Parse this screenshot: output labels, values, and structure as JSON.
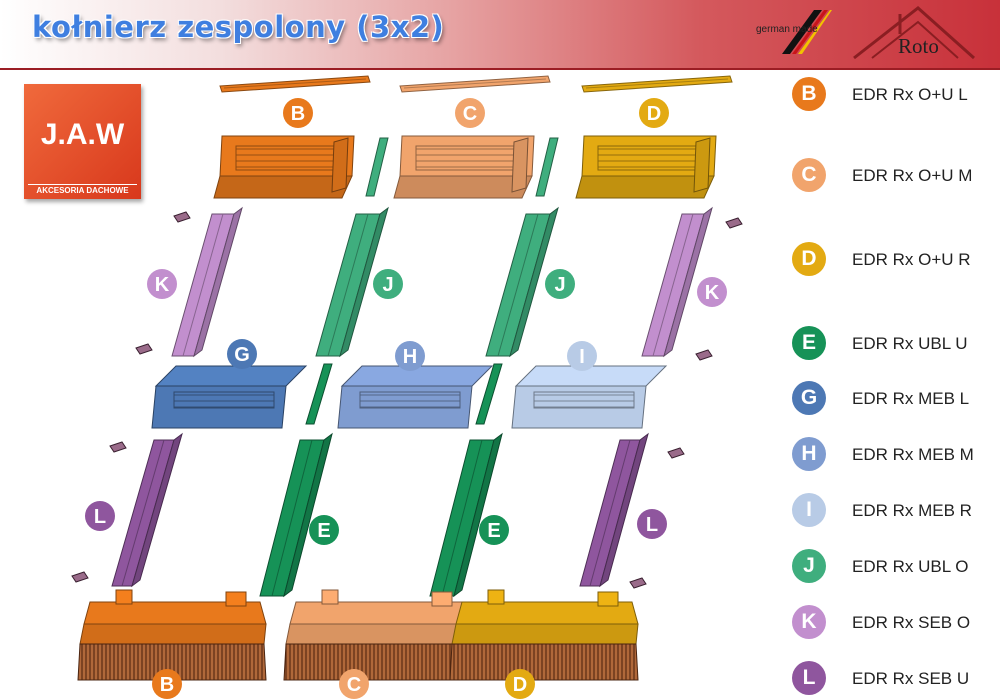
{
  "header": {
    "title": "kołnierz zespolony (3x2)",
    "german_made_text": "german made",
    "roto_text": "Roto"
  },
  "jaw_logo": {
    "name": "J.A.W",
    "subtitle": "AKCESORIA DACHOWE"
  },
  "colors": {
    "B": "#e8791c",
    "C": "#f1a46c",
    "D": "#e3aa12",
    "E": "#169257",
    "G": "#4d78b4",
    "H": "#7f9cd0",
    "I": "#b8cbe6",
    "J": "#3fae7e",
    "K": "#c28fce",
    "L": "#8f569e"
  },
  "legend": [
    {
      "letter": "B",
      "label": "EDR Rx O+U L"
    },
    {
      "letter": "C",
      "label": "EDR Rx O+U M"
    },
    {
      "letter": "D",
      "label": "EDR Rx O+U R"
    },
    {
      "letter": "E",
      "label": "EDR Rx UBL U"
    },
    {
      "letter": "G",
      "label": "EDR Rx MEB L"
    },
    {
      "letter": "H",
      "label": "EDR Rx MEB M"
    },
    {
      "letter": "I",
      "label": "EDR Rx MEB R"
    },
    {
      "letter": "J",
      "label": "EDR Rx UBL O"
    },
    {
      "letter": "K",
      "label": "EDR Rx SEB O"
    },
    {
      "letter": "L",
      "label": "EDR Rx SEB U"
    }
  ],
  "diagram_labels": [
    {
      "letter": "B"
    },
    {
      "letter": "C"
    },
    {
      "letter": "D"
    },
    {
      "letter": "K"
    },
    {
      "letter": "J"
    },
    {
      "letter": "J"
    },
    {
      "letter": "K"
    },
    {
      "letter": "G"
    },
    {
      "letter": "H"
    },
    {
      "letter": "I"
    },
    {
      "letter": "L"
    },
    {
      "letter": "E"
    },
    {
      "letter": "E"
    },
    {
      "letter": "L"
    },
    {
      "letter": "B"
    },
    {
      "letter": "C"
    },
    {
      "letter": "D"
    }
  ]
}
